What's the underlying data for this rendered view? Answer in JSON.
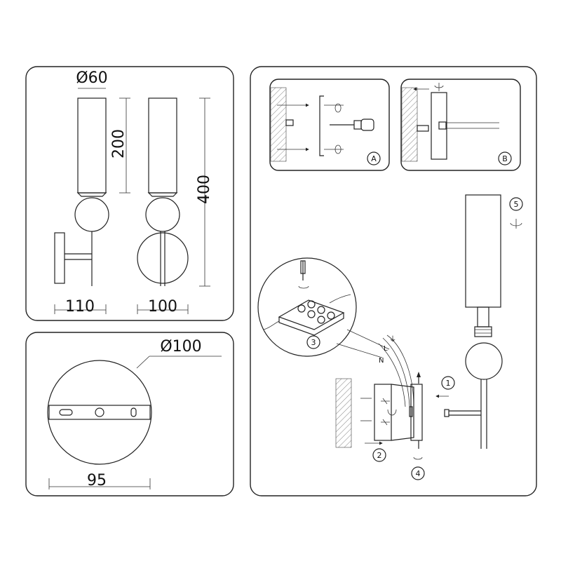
{
  "dimensions": {
    "front_diameter": "Ø60",
    "shade_height": "200",
    "total_height": "400",
    "side_depth": "110",
    "front_width": "100",
    "base_diameter": "Ø100",
    "plate_length": "95"
  },
  "steps": {
    "s1": "1",
    "s2": "2",
    "s3": "3",
    "s4": "4",
    "s5": "5",
    "a": "A",
    "b": "B"
  },
  "wires": {
    "live": "L",
    "neutral": "N",
    "earth": "⏚"
  }
}
